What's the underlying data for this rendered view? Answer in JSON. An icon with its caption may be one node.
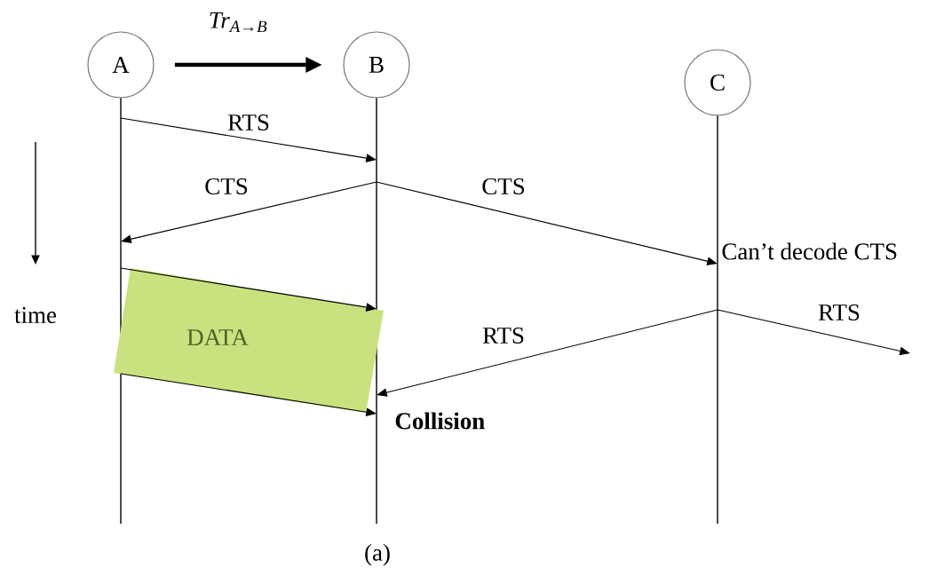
{
  "diagram": {
    "nodes": [
      {
        "text": [
          "A"
        ]
      },
      {
        "text": [
          "B"
        ]
      },
      {
        "text": [
          "C"
        ]
      },
      {
        "text": [
          "DATA"
        ]
      }
    ],
    "edges": [
      {
        "from": 0,
        "to": 1,
        "arrow": "to",
        "label": "Tr$_{A→B}$",
        "style": "thick"
      },
      {
        "from": 0,
        "to": 1,
        "arrow": "to",
        "label": "RTS"
      },
      {
        "from": 1,
        "to": 0,
        "arrow": "to",
        "label": "CTS"
      },
      {
        "from": 1,
        "to": 2,
        "arrow": "to",
        "label": "CTS"
      },
      {
        "from": 0,
        "to": 1,
        "arrow": "to"
      },
      {
        "from": 0,
        "to": 1,
        "arrow": "to"
      },
      {
        "from": 2,
        "to": 1,
        "arrow": "to",
        "label": "RTS"
      },
      {
        "from": 2,
        "to": null,
        "arrow": "to",
        "label": "RTS"
      }
    ],
    "labels": [
      "time",
      "Can’t decode CTS",
      "Collision",
      "(a)"
    ]
  }
}
